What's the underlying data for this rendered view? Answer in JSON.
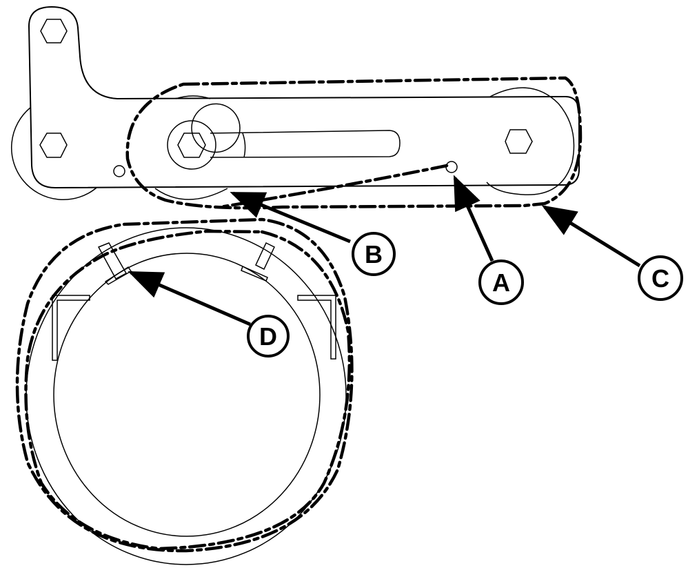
{
  "diagram": {
    "type": "belt-routing-line-drawing",
    "callouts": [
      {
        "id": "A",
        "label": "A"
      },
      {
        "id": "B",
        "label": "B"
      },
      {
        "id": "C",
        "label": "C"
      },
      {
        "id": "D",
        "label": "D"
      }
    ],
    "colors": {
      "line": "#000000",
      "background": "#ffffff"
    }
  }
}
